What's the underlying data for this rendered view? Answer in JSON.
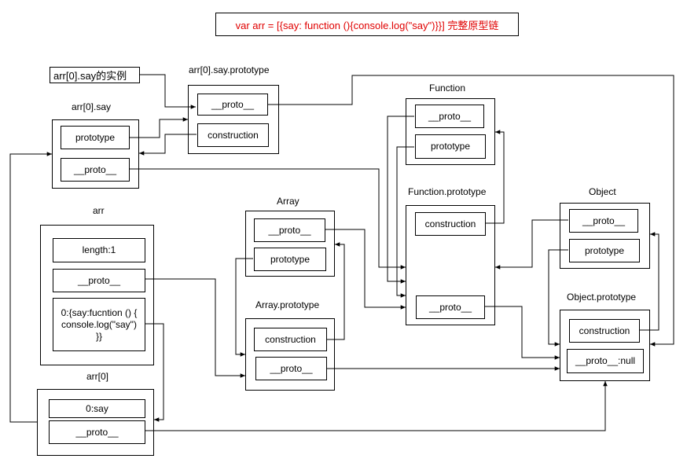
{
  "title": "var arr = [{say: function (){console.log(\"say\")}}]  完整原型链",
  "note": "arr[0].say的实例",
  "groups": {
    "say_prototype": {
      "label": "arr[0].say.prototype",
      "cells": [
        "__proto__",
        "construction"
      ]
    },
    "say": {
      "label": "arr[0].say",
      "cells": [
        "prototype",
        "__proto__"
      ]
    },
    "arr": {
      "label": "arr",
      "cells": [
        "length:1",
        "__proto__"
      ],
      "item0_lines": [
        "0:{say:fucntion () {",
        "console.log(\"say\")",
        "}}"
      ]
    },
    "arr0": {
      "label": "arr[0]",
      "cells": [
        "0:say",
        "__proto__"
      ]
    },
    "array": {
      "label": "Array",
      "cells": [
        "__proto__",
        "prototype"
      ]
    },
    "array_prototype": {
      "label": "Array.prototype",
      "cells": [
        "construction",
        "__proto__"
      ]
    },
    "function": {
      "label": "Function",
      "cells": [
        "__proto__",
        "prototype"
      ]
    },
    "function_prototype": {
      "label": "Function.prototype",
      "cells": [
        "construction",
        "__proto__"
      ]
    },
    "object": {
      "label": "Object",
      "cells": [
        "__proto__",
        "prototype"
      ]
    },
    "object_prototype": {
      "label": "Object.prototype",
      "cells": [
        "construction",
        "__proto__:null"
      ]
    }
  }
}
